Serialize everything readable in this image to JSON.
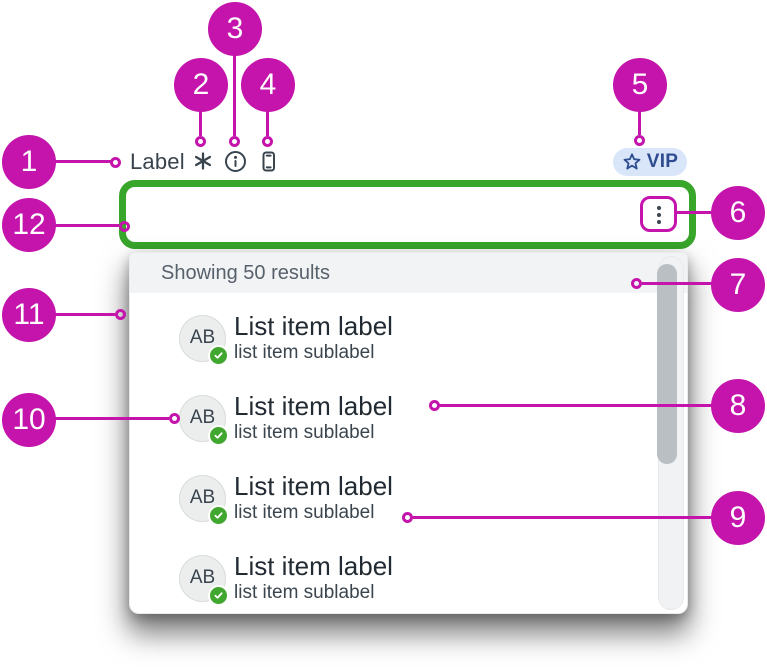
{
  "colors": {
    "annotation_magenta": "#C414AC",
    "focus_green": "#38A52B",
    "vip_badge_bg": "#D9E6FA",
    "vip_badge_fg": "#2D4D8F",
    "check_badge_green": "#42A72E",
    "text_dark": "#39444D"
  },
  "field": {
    "label": "Label",
    "required_icon": "asterisk",
    "info_icon": "info-circle",
    "device_icon": "mobile-phone"
  },
  "vip_badge": {
    "icon": "star",
    "text": "VIP"
  },
  "combobox": {
    "value": "",
    "menu_icon": "kebab-vertical"
  },
  "dropdown": {
    "header": "Showing 50 results",
    "items": [
      {
        "avatar": "AB",
        "label": "List item label",
        "sublabel": "list item sublabel",
        "status_icon": "check"
      },
      {
        "avatar": "AB",
        "label": "List item label",
        "sublabel": "list item sublabel",
        "status_icon": "check"
      },
      {
        "avatar": "AB",
        "label": "List item label",
        "sublabel": "list item sublabel",
        "status_icon": "check"
      },
      {
        "avatar": "AB",
        "label": "List item label",
        "sublabel": "list item sublabel",
        "status_icon": "check"
      }
    ]
  },
  "callouts": [
    {
      "n": "1"
    },
    {
      "n": "2"
    },
    {
      "n": "3"
    },
    {
      "n": "4"
    },
    {
      "n": "5"
    },
    {
      "n": "6"
    },
    {
      "n": "7"
    },
    {
      "n": "8"
    },
    {
      "n": "9"
    },
    {
      "n": "10"
    },
    {
      "n": "11"
    },
    {
      "n": "12"
    }
  ]
}
